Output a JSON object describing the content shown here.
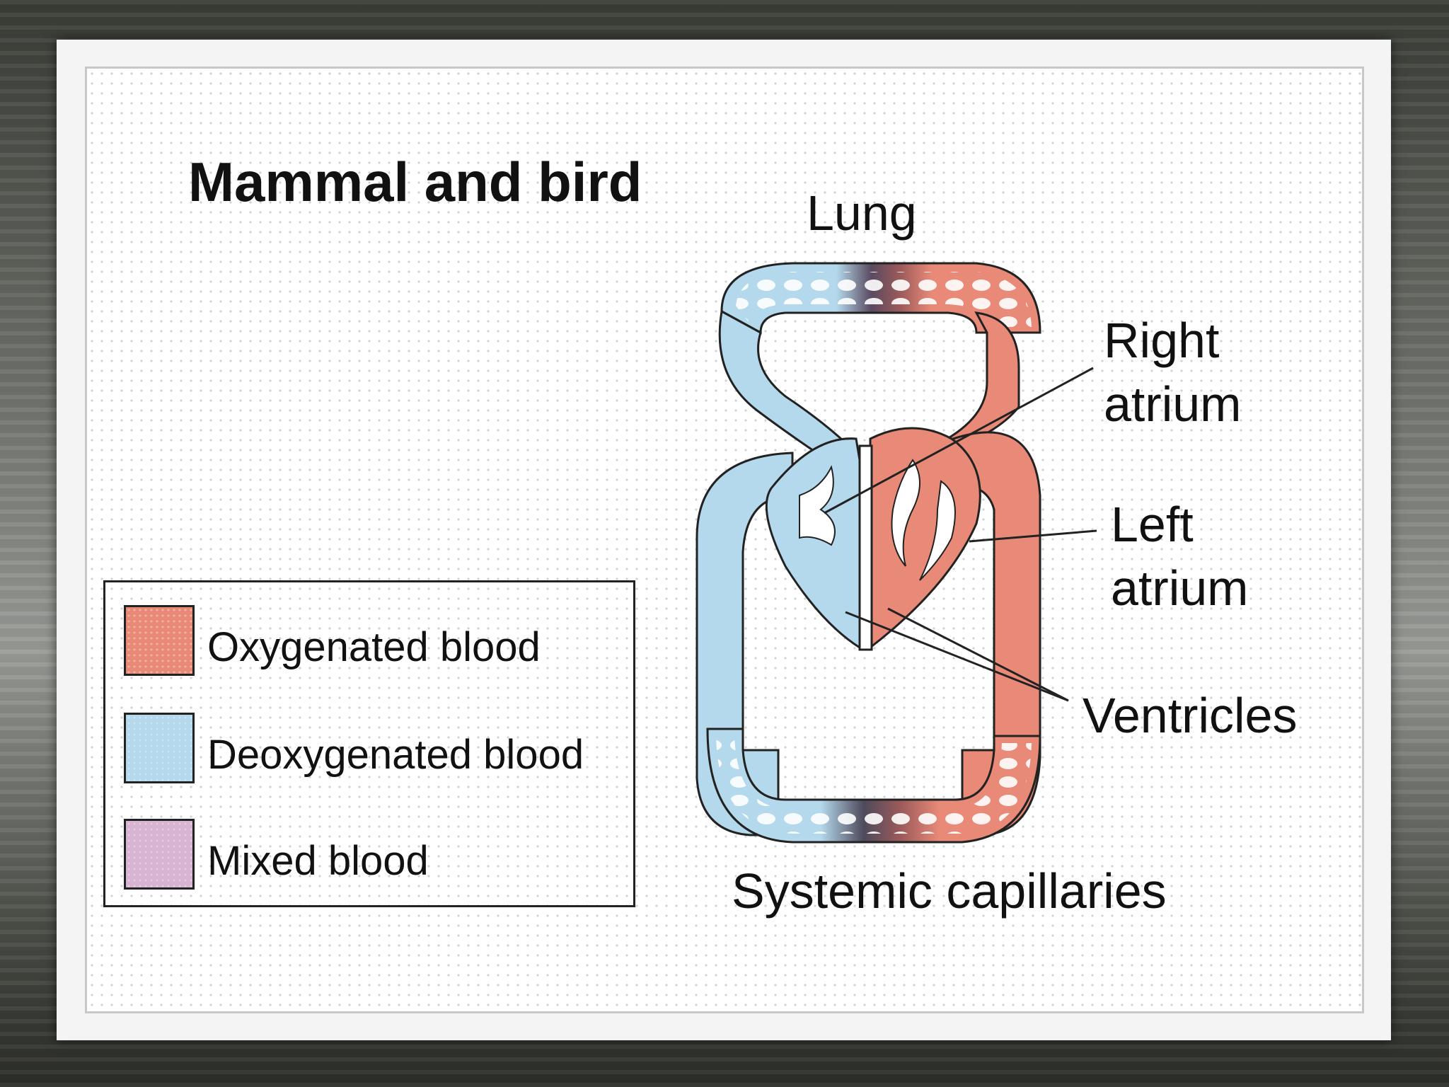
{
  "title": "Mammal and bird",
  "labels": {
    "lung": "Lung",
    "right_atrium_1": "Right",
    "right_atrium_2": "atrium",
    "left_atrium_1": "Left",
    "left_atrium_2": "atrium",
    "ventricles": "Ventricles",
    "systemic": "Systemic capillaries"
  },
  "legend": [
    {
      "label": "Oxygenated blood",
      "color": "#e98a78"
    },
    {
      "label": "Deoxygenated blood",
      "color": "#b5d9ec"
    },
    {
      "label": "Mixed blood",
      "color": "#d8b4d3"
    }
  ],
  "colors": {
    "oxygenated": "#e98a78",
    "deoxygenated": "#b5d9ec",
    "mixed": "#d8b4d3"
  }
}
